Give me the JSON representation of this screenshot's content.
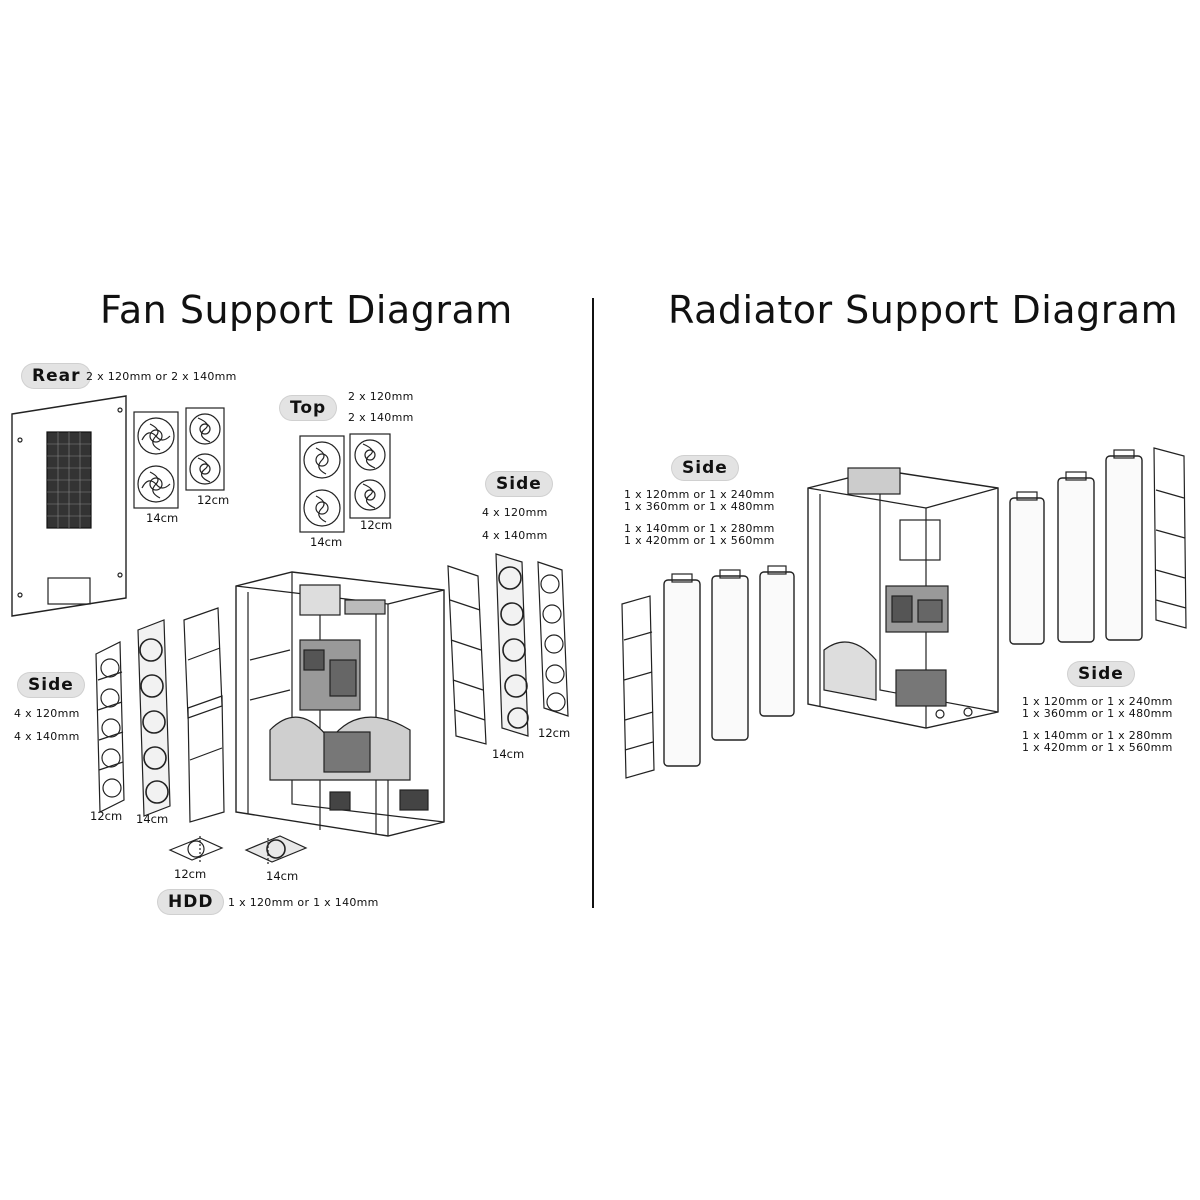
{
  "left": {
    "title": "Fan Support Diagram",
    "rear": {
      "label": "Rear",
      "spec": "2 x 120mm or 2 x 140mm"
    },
    "top": {
      "label": "Top",
      "spec": [
        "2 x 120mm",
        "2 x 140mm"
      ]
    },
    "side_left": {
      "label": "Side",
      "spec": [
        "4 x 120mm",
        "4 x 140mm"
      ]
    },
    "side_right": {
      "label": "Side",
      "spec": [
        "4 x 120mm",
        "4 x 140mm"
      ]
    },
    "hdd": {
      "label": "HDD",
      "spec": "1 x 120mm or 1 x 140mm"
    },
    "sizes": {
      "rear_14": "14cm",
      "rear_12": "12cm",
      "top_14": "14cm",
      "top_12": "12cm",
      "sidel_12": "12cm",
      "sidel_14": "14cm",
      "sider_14": "14cm",
      "sider_12": "12cm",
      "hdd_12": "12cm",
      "hdd_14": "14cm"
    }
  },
  "right": {
    "title": "Radiator Support Diagram",
    "side_left": {
      "label": "Side",
      "spec": [
        "1 x 120mm or 1 x 240mm",
        "1 x 360mm or 1 x 480mm",
        "1 x 140mm or 1 x 280mm",
        "1 x 420mm or 1 x 560mm"
      ]
    },
    "side_right": {
      "label": "Side",
      "spec": [
        "1 x 120mm or 1 x 240mm",
        "1 x 360mm or 1 x 480mm",
        "1 x 140mm or 1 x 280mm",
        "1 x 420mm or 1 x 560mm"
      ]
    }
  }
}
